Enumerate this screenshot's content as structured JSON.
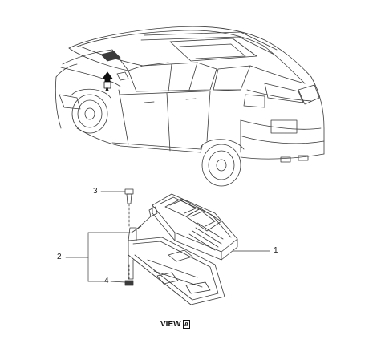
{
  "callouts": {
    "part_1": "1",
    "part_2": "2",
    "part_3": "3",
    "part_4": "4"
  },
  "view": {
    "word": "VIEW",
    "letter": "A"
  },
  "arrow_marker": {
    "letter": "A"
  }
}
